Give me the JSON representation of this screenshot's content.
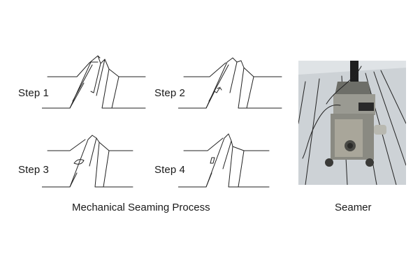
{
  "steps": [
    {
      "label": "Step 1"
    },
    {
      "label": "Step 2"
    },
    {
      "label": "Step 3"
    },
    {
      "label": "Step 4"
    }
  ],
  "captions": {
    "process": "Mechanical Seaming Process",
    "seamer": "Seamer"
  },
  "colors": {
    "line": "#222222",
    "photo_sky": "#d9dde0",
    "roof": "#c9ced2",
    "machine": "#8d8e88",
    "cable": "#f2b400"
  }
}
